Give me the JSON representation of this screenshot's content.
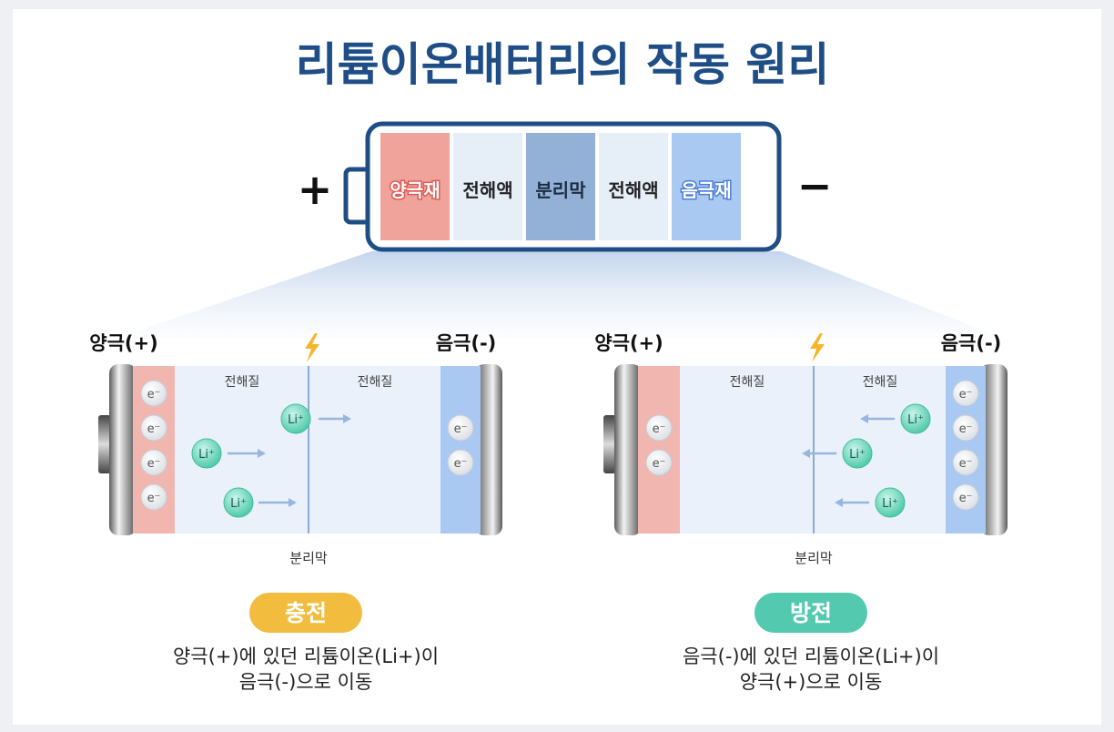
{
  "title": "리튬이온배터리의 작동 원리",
  "top_cell": {
    "plus": "+",
    "minus": "−",
    "layers": [
      {
        "label": "양극재",
        "fill": "#f0a39a",
        "text_color": "#ffffff",
        "stroke": "#e05a55"
      },
      {
        "label": "전해액",
        "fill": "#e6eef8",
        "text_color": "#222222",
        "stroke": "none"
      },
      {
        "label": "분리막",
        "fill": "#93b1d6",
        "text_color": "#1b2c44",
        "stroke": "none"
      },
      {
        "label": "전해액",
        "fill": "#e6eef8",
        "text_color": "#222222",
        "stroke": "none"
      },
      {
        "label": "음극재",
        "fill": "#a9c9f3",
        "text_color": "#ffffff",
        "stroke": "#4b7fd8"
      }
    ]
  },
  "charge": {
    "pos_label": "양극(+)",
    "neg_label": "음극(-)",
    "bolt_icon": "lightning-icon",
    "electrolyte_left": "전해질",
    "electrolyte_right": "전해질",
    "separator_label": "분리막",
    "electron_symbol": "e⁻",
    "ion_symbol": "Li⁺",
    "left_electrons": 4,
    "right_electrons": 2,
    "badge": "충전",
    "badge_color": "#f2bd3f",
    "desc_line1": "양극(+)에 있던 리튬이온(Li+)이",
    "desc_line2": "음극(-)으로 이동"
  },
  "discharge": {
    "pos_label": "양극(+)",
    "neg_label": "음극(-)",
    "bolt_icon": "lightning-icon",
    "electrolyte_left": "전해질",
    "electrolyte_right": "전해질",
    "separator_label": "분리막",
    "electron_symbol": "e⁻",
    "ion_symbol": "Li⁺",
    "left_electrons": 2,
    "right_electrons": 4,
    "badge": "방전",
    "badge_color": "#53c9b0",
    "desc_line1": "음극(-)에 있던 리튬이온(Li+)이",
    "desc_line2": "양극(+)으로 이동"
  },
  "colors": {
    "title": "#1f4e86",
    "cell_border": "#1f4e86",
    "cathode": "#f2b6b0",
    "anode": "#a9c9f3",
    "electrolyte": "#eaf1fa",
    "ion": "#5fd3b4",
    "arrow": "#97b6e0"
  }
}
